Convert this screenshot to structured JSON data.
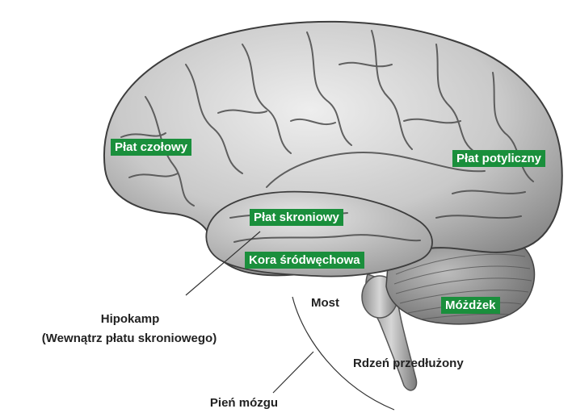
{
  "labels": {
    "frontal": "Płat czołowy",
    "occipital": "Płat potyliczny",
    "temporal": "Płat skroniowy",
    "entorhinal": "Kora śródwęchowa",
    "cerebellum": "Móżdżek",
    "pons": "Most",
    "hippocampus_1": "Hipokamp",
    "hippocampus_2": "(Wewnątrz płatu skroniowego)",
    "medulla": "Rdzeń przedłużony",
    "brainstem": "Pień mózgu"
  },
  "colors": {
    "label_bg": "#1a8f3c",
    "label_text": "#ffffff",
    "plain_text": "#222222"
  }
}
